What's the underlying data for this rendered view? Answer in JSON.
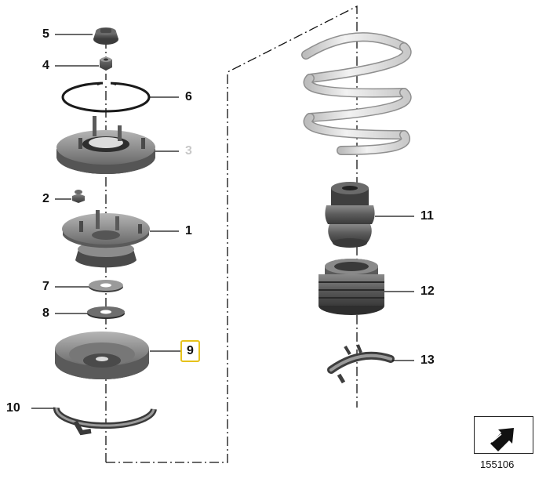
{
  "diagram": {
    "colors": {
      "line": "#111111",
      "part_dark": "#4a4a4a",
      "part_mid": "#7b7b7b",
      "part_light": "#a9a9a9",
      "spring": "#e4e4e4",
      "spring_edge": "#8f8f8f",
      "highlight": "#e6c21a",
      "muted": "#c8c8c8"
    },
    "callouts": {
      "c5": "5",
      "c4": "4",
      "c6": "6",
      "c3": "3",
      "c2": "2",
      "c1": "1",
      "c7": "7",
      "c8": "8",
      "c9": "9",
      "c10": "10",
      "c11": "11",
      "c12": "12",
      "c13": "13"
    },
    "reference_number": "155106",
    "icons": [
      "view-direction-arrow-icon"
    ]
  }
}
